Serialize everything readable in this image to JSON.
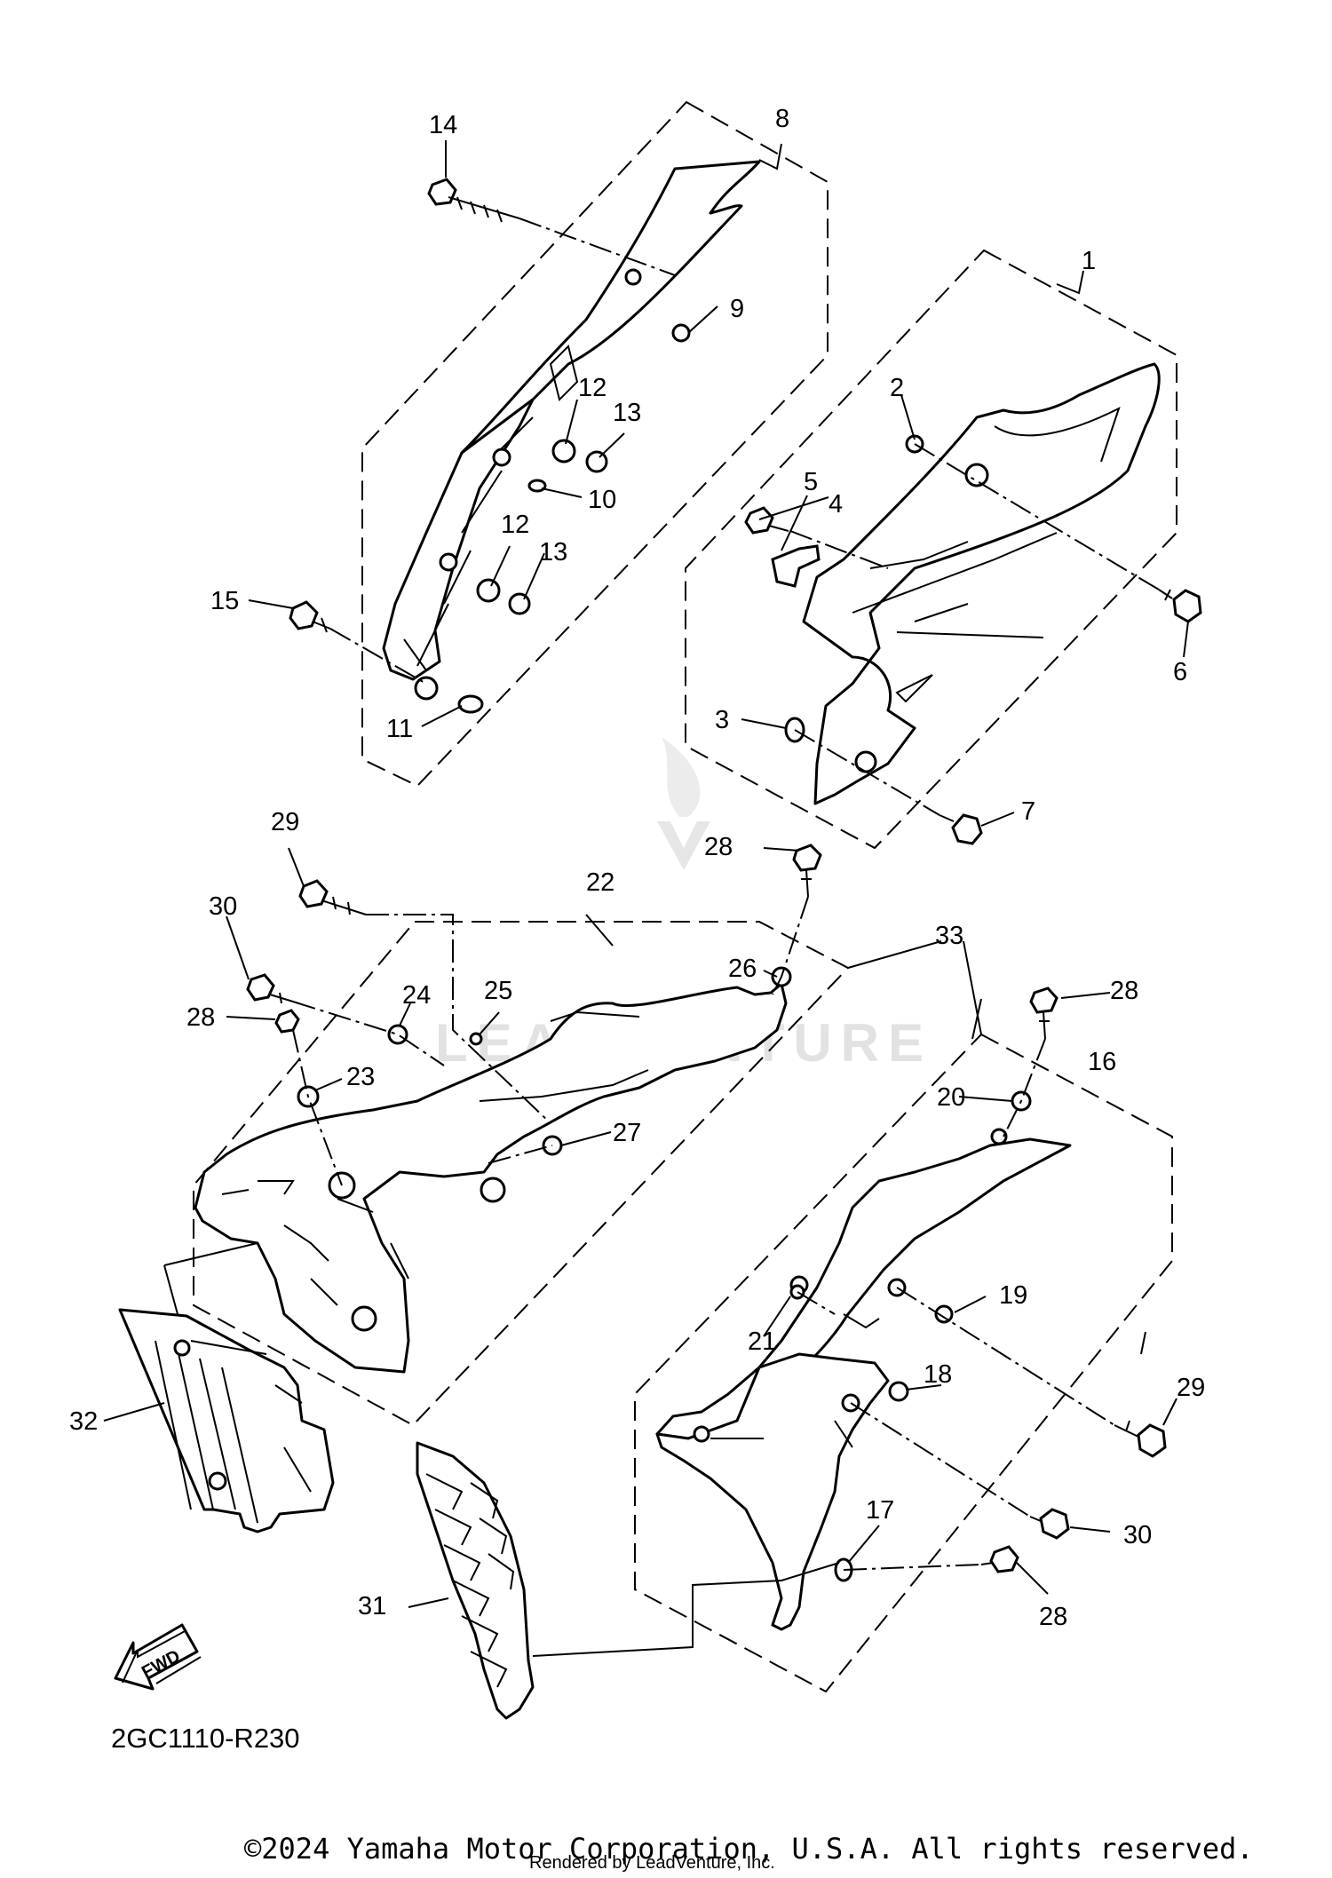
{
  "diagram": {
    "reference_code": "2GC1110-R230",
    "fwd_label": "FWD",
    "watermark": "LEADVENTURE",
    "callouts": {
      "c1": "1",
      "c2": "2",
      "c3": "3",
      "c4": "4",
      "c5": "5",
      "c6": "6",
      "c7": "7",
      "c8": "8",
      "c9": "9",
      "c10": "10",
      "c11": "11",
      "c12a": "12",
      "c12b": "12",
      "c13a": "13",
      "c13b": "13",
      "c14": "14",
      "c15": "15",
      "c16": "16",
      "c17": "17",
      "c18": "18",
      "c19": "19",
      "c20": "20",
      "c21": "21",
      "c22": "22",
      "c23": "23",
      "c24": "24",
      "c25": "25",
      "c26": "26",
      "c27": "27",
      "c28a": "28",
      "c28b": "28",
      "c28c": "28",
      "c28d": "28",
      "c29a": "29",
      "c29b": "29",
      "c30a": "30",
      "c30b": "30",
      "c31": "31",
      "c32": "32",
      "c33": "33"
    }
  },
  "footer": {
    "copyright": "©2024 Yamaha Motor Corporation, U.S.A. All rights reserved.",
    "rendered_by": "Rendered by LeadVenture, Inc."
  }
}
